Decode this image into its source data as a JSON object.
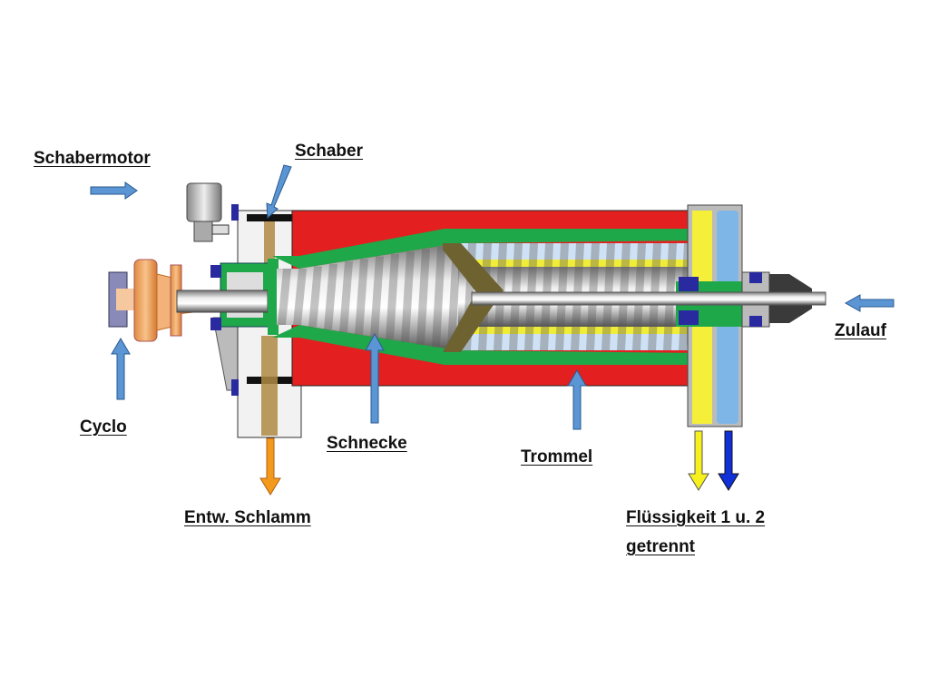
{
  "labels": {
    "schabermotor": "Schabermotor",
    "schaber": "Schaber",
    "cyclo": "Cyclo",
    "entw_schlamm": "Entw. Schlamm",
    "schnecke": "Schnecke",
    "trommel": "Trommel",
    "fluessigkeit_line1": "Flüssigkeit 1 u. 2",
    "fluessigkeit_line2": "getrennt",
    "zulauf": "Zulauf"
  },
  "colors": {
    "drum": "#e3201f",
    "cone": "#1fa84a",
    "pointer_arrow": "#5b95d3",
    "sludge_arrow": "#f39a1c",
    "liquid1_arrow": "#f5f01e",
    "liquid2_arrow": "#1030d8",
    "sludge": "#a88640",
    "hub": "#6d6230"
  }
}
